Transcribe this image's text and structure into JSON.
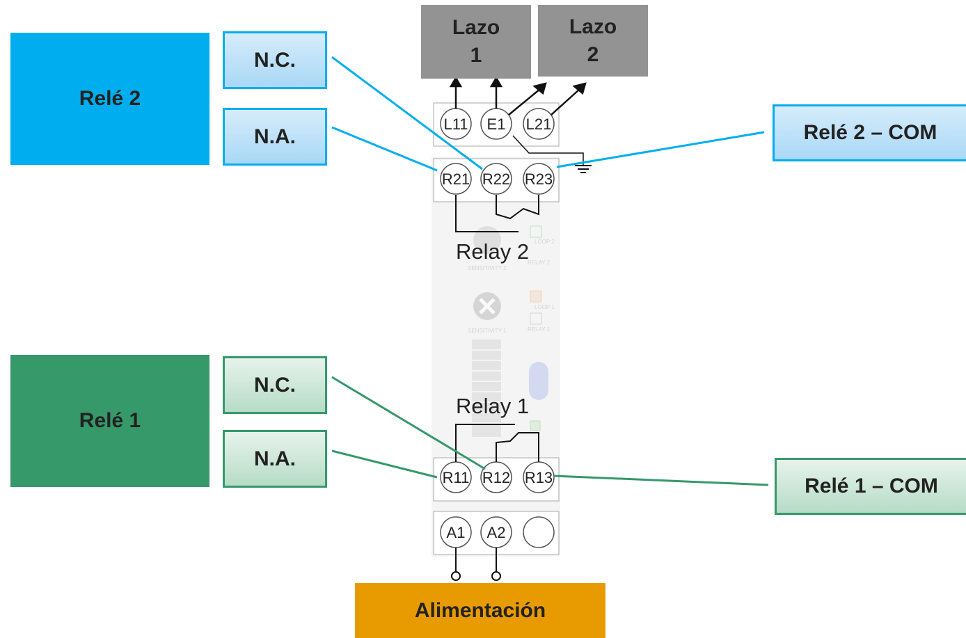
{
  "relay2": {
    "title": "Relé 2",
    "nc_label": "N.C.",
    "na_label": "N.A.",
    "com_label": "Relé 2 – COM",
    "device_label": "Relay 2",
    "color": "#00aeef"
  },
  "relay1": {
    "title": "Relé 1",
    "nc_label": "N.C.",
    "na_label": "N.A.",
    "com_label": "Relé 1 – COM",
    "device_label": "Relay 1",
    "color": "#35996a"
  },
  "loops": {
    "loop1": "Lazo\n1",
    "loop2": "Lazo\n2"
  },
  "power": {
    "label": "Alimentación",
    "color": "#e89b00"
  },
  "terminals": {
    "top": [
      "L11",
      "E1",
      "L21"
    ],
    "relay2": [
      "R21",
      "R22",
      "R23"
    ],
    "relay1": [
      "R11",
      "R12",
      "R13"
    ],
    "power": [
      "A1",
      "A2"
    ]
  },
  "panel": {
    "sensitivity2": "SENSITIVITY 2",
    "sensitivity1": "SENSITIVITY 1",
    "loop2_led": "LOOP 2",
    "relay2_led": "RELAY 2",
    "loop1_led": "LOOP 1",
    "relay1_led": "RELAY 1"
  }
}
